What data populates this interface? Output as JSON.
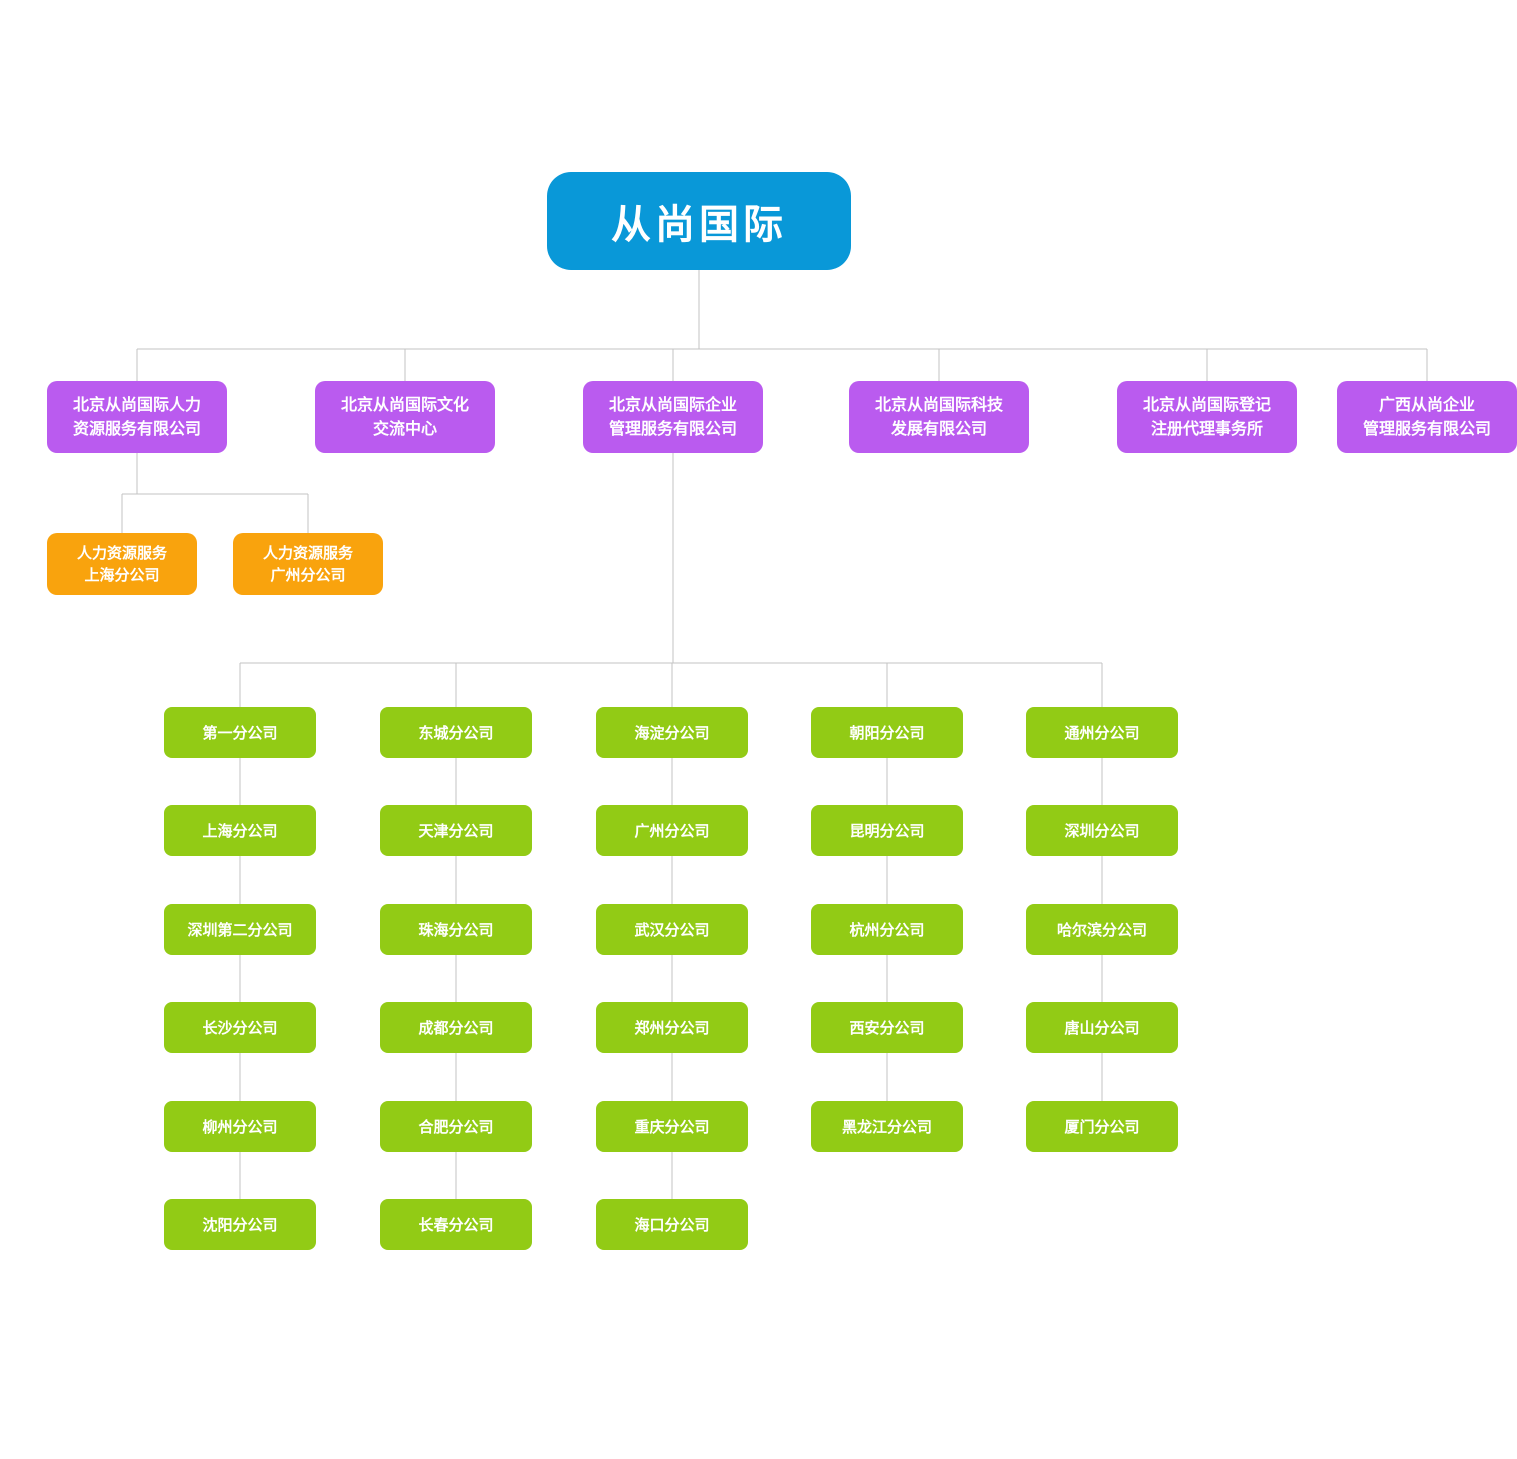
{
  "colors": {
    "root_blue": "#0998d8",
    "subsidiary_purple": "#ba5bef",
    "hr_branch_orange": "#f9a30d",
    "branch_green": "#92cb15",
    "connector_gray": "#c3c3c3",
    "node_text": "#ffffff"
  },
  "root": {
    "label": "从尚国际"
  },
  "subsidiaries": [
    {
      "lines": [
        "北京从尚国际人力",
        "资源服务有限公司"
      ]
    },
    {
      "lines": [
        "北京从尚国际文化",
        "交流中心"
      ]
    },
    {
      "lines": [
        "北京从尚国际企业",
        "管理服务有限公司"
      ]
    },
    {
      "lines": [
        "北京从尚国际科技",
        "发展有限公司"
      ]
    },
    {
      "lines": [
        "北京从尚国际登记",
        "注册代理事务所"
      ]
    },
    {
      "lines": [
        "广西从尚企业",
        "管理服务有限公司"
      ]
    }
  ],
  "hr_branches": [
    {
      "lines": [
        "人力资源服务",
        "上海分公司"
      ]
    },
    {
      "lines": [
        "人力资源服务",
        "广州分公司"
      ]
    }
  ],
  "branch_columns": [
    {
      "branches": [
        "第一分公司",
        "上海分公司",
        "深圳第二分公司",
        "长沙分公司",
        "柳州分公司",
        "沈阳分公司"
      ]
    },
    {
      "branches": [
        "东城分公司",
        "天津分公司",
        "珠海分公司",
        "成都分公司",
        "合肥分公司",
        "长春分公司"
      ]
    },
    {
      "branches": [
        "海淀分公司",
        "广州分公司",
        "武汉分公司",
        "郑州分公司",
        "重庆分公司",
        "海口分公司"
      ]
    },
    {
      "branches": [
        "朝阳分公司",
        "昆明分公司",
        "杭州分公司",
        "西安分公司",
        "黑龙江分公司"
      ]
    },
    {
      "branches": [
        "通州分公司",
        "深圳分公司",
        "哈尔滨分公司",
        "唐山分公司",
        "厦门分公司"
      ]
    }
  ]
}
